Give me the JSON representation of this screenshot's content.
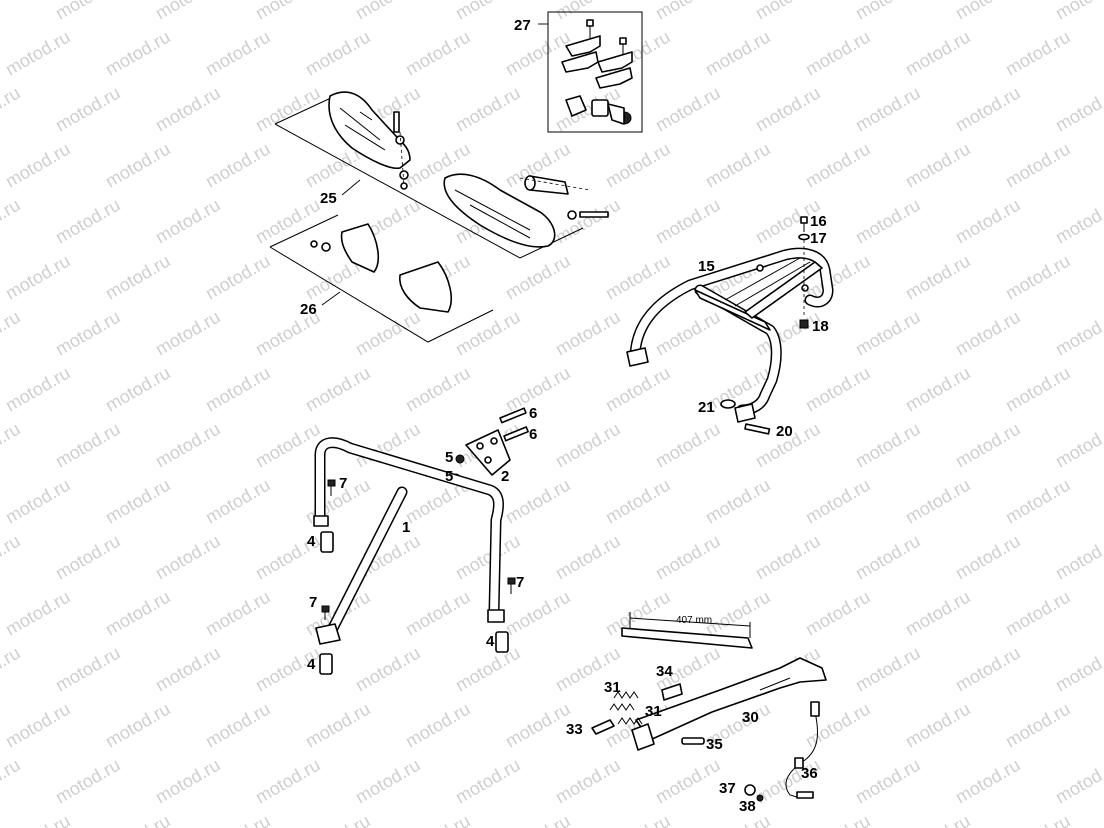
{
  "watermark": "motod.ru",
  "labels": [
    {
      "id": "p27",
      "text": "27"
    },
    {
      "id": "p25",
      "text": "25"
    },
    {
      "id": "p26",
      "text": "26"
    },
    {
      "id": "p16",
      "text": "16"
    },
    {
      "id": "p17",
      "text": "17"
    },
    {
      "id": "p15",
      "text": "15"
    },
    {
      "id": "p18",
      "text": "18"
    },
    {
      "id": "p21",
      "text": "21"
    },
    {
      "id": "p20",
      "text": "20"
    },
    {
      "id": "p6a",
      "text": "6"
    },
    {
      "id": "p6b",
      "text": "6"
    },
    {
      "id": "p5a",
      "text": "5"
    },
    {
      "id": "p5b",
      "text": "5"
    },
    {
      "id": "p2",
      "text": "2"
    },
    {
      "id": "p7a",
      "text": "7"
    },
    {
      "id": "p1",
      "text": "1"
    },
    {
      "id": "p4a",
      "text": "4"
    },
    {
      "id": "p7b",
      "text": "7"
    },
    {
      "id": "p7c",
      "text": "7"
    },
    {
      "id": "p4b",
      "text": "4"
    },
    {
      "id": "p4c",
      "text": "4"
    },
    {
      "id": "p34",
      "text": "34"
    },
    {
      "id": "p31a",
      "text": "31"
    },
    {
      "id": "p31b",
      "text": "31"
    },
    {
      "id": "p30",
      "text": "30"
    },
    {
      "id": "p33",
      "text": "33"
    },
    {
      "id": "p35",
      "text": "35"
    },
    {
      "id": "p36",
      "text": "36"
    },
    {
      "id": "p37",
      "text": "37"
    },
    {
      "id": "p38",
      "text": "38"
    }
  ],
  "dimension": "407 mm"
}
